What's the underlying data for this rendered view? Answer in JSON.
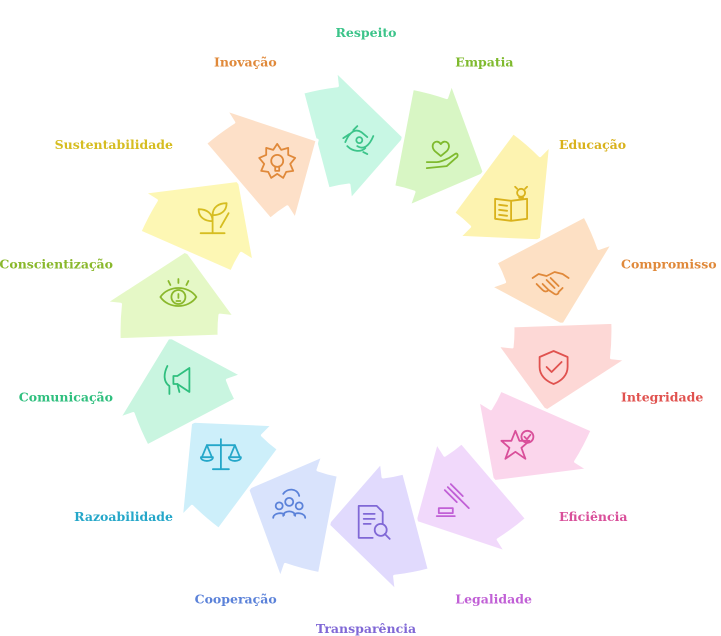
{
  "cycle": {
    "steps": [
      {
        "label": "Respeito",
        "icon": "hands-holding-icon",
        "color": "#3cc48a",
        "fill": "#c8f7e4"
      },
      {
        "label": "Empatia",
        "icon": "heart-in-hand-icon",
        "color": "#7fba2e",
        "fill": "#d8f6c4"
      },
      {
        "label": "Educação",
        "icon": "book-lightbulb-icon",
        "color": "#d9b21c",
        "fill": "#fdf3b0"
      },
      {
        "label": "Compromisso",
        "icon": "handshake-icon",
        "color": "#e0893a",
        "fill": "#fde0c4"
      },
      {
        "label": "Integridade",
        "icon": "shield-check-icon",
        "color": "#e0524f",
        "fill": "#fdd8d6"
      },
      {
        "label": "Eficiência",
        "icon": "star-check-icon",
        "color": "#d94f9a",
        "fill": "#fbd6ec"
      },
      {
        "label": "Legalidade",
        "icon": "gavel-icon",
        "color": "#c160d6",
        "fill": "#f1d9fb"
      },
      {
        "label": "Transparência",
        "icon": "document-search-icon",
        "color": "#8068d6",
        "fill": "#e1dafd"
      },
      {
        "label": "Cooperação",
        "icon": "people-group-icon",
        "color": "#5b82d9",
        "fill": "#d9e3fc"
      },
      {
        "label": "Razoabilidade",
        "icon": "scales-icon",
        "color": "#25a7c9",
        "fill": "#cdeffa"
      },
      {
        "label": "Comunicação",
        "icon": "megaphone-icon",
        "color": "#2fbf7e",
        "fill": "#c9f5e0"
      },
      {
        "label": "Conscientização",
        "icon": "eye-lightbulb-icon",
        "color": "#8ab82c",
        "fill": "#e5f8c6"
      },
      {
        "label": "Sustentabilidade",
        "icon": "plant-icon",
        "color": "#d6bd21",
        "fill": "#fdf7b4"
      },
      {
        "label": "Inovação",
        "icon": "gear-lightbulb-icon",
        "color": "#e0893a",
        "fill": "#fde0c8"
      }
    ]
  }
}
